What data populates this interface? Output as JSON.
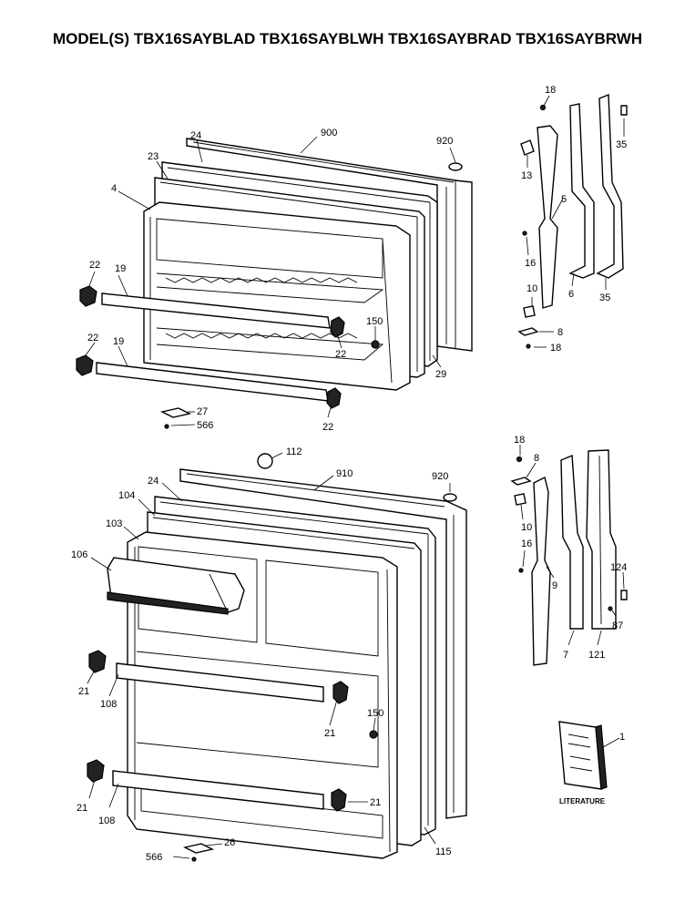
{
  "title": "MODEL(S) TBX16SAYBLAD  TBX16SAYBLWH  TBX16SAYBRAD  TBX16SAYBRWH",
  "callouts_top": {
    "c900": "900",
    "c920": "920",
    "c24": "24",
    "c23": "23",
    "c4": "4",
    "c22a": "22",
    "c19a": "19",
    "c22b": "22",
    "c19b": "19",
    "c150": "150",
    "c22c": "22",
    "c22d": "22",
    "c29": "29",
    "c27": "27",
    "c566": "566"
  },
  "callouts_top_right": {
    "c18a": "18",
    "c35a": "35",
    "c13": "13",
    "c5": "5",
    "c16": "16",
    "c10": "10",
    "c6": "6",
    "c35b": "35",
    "c8": "8",
    "c18b": "18"
  },
  "callouts_bottom": {
    "c112": "112",
    "c910": "910",
    "c920": "920",
    "c24": "24",
    "c104": "104",
    "c103": "103",
    "c106": "106",
    "c21a": "21",
    "c108a": "108",
    "c150": "150",
    "c21b": "21",
    "c21c": "21",
    "c108b": "108",
    "c21d": "21",
    "c115": "115",
    "c566": "566",
    "c26": "26"
  },
  "callouts_bottom_right": {
    "c18": "18",
    "c8": "8",
    "c10": "10",
    "c16": "16",
    "c9": "9",
    "c124": "124",
    "c87": "87",
    "c7": "7",
    "c121": "121",
    "c1": "1"
  },
  "literature_label": "LITERATURE"
}
